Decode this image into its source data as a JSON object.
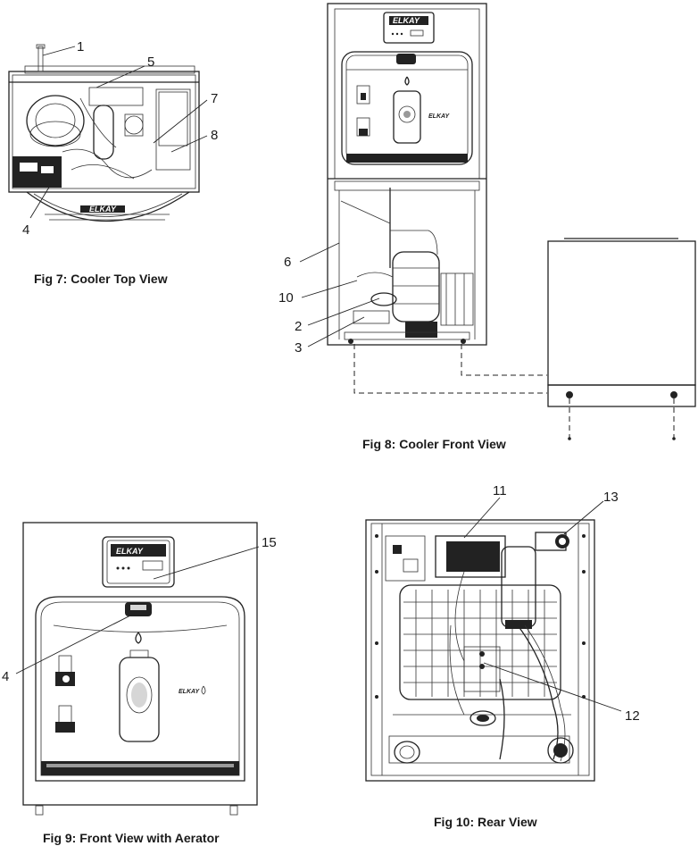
{
  "figures": {
    "fig7": {
      "caption": "Fig 7: Cooler Top View",
      "callouts": [
        "1",
        "5",
        "7",
        "8",
        "4"
      ],
      "brand": "ELKAY"
    },
    "fig8": {
      "caption": "Fig 8: Cooler Front View",
      "callouts": [
        "6",
        "10",
        "2",
        "3"
      ],
      "brand": "ELKAY"
    },
    "fig9": {
      "caption": "Fig 9: Front View with Aerator",
      "callouts": [
        "15",
        "4"
      ],
      "brand": "ELKAY"
    },
    "fig10": {
      "caption": "Fig 10: Rear View",
      "callouts": [
        "11",
        "13",
        "12"
      ]
    }
  }
}
